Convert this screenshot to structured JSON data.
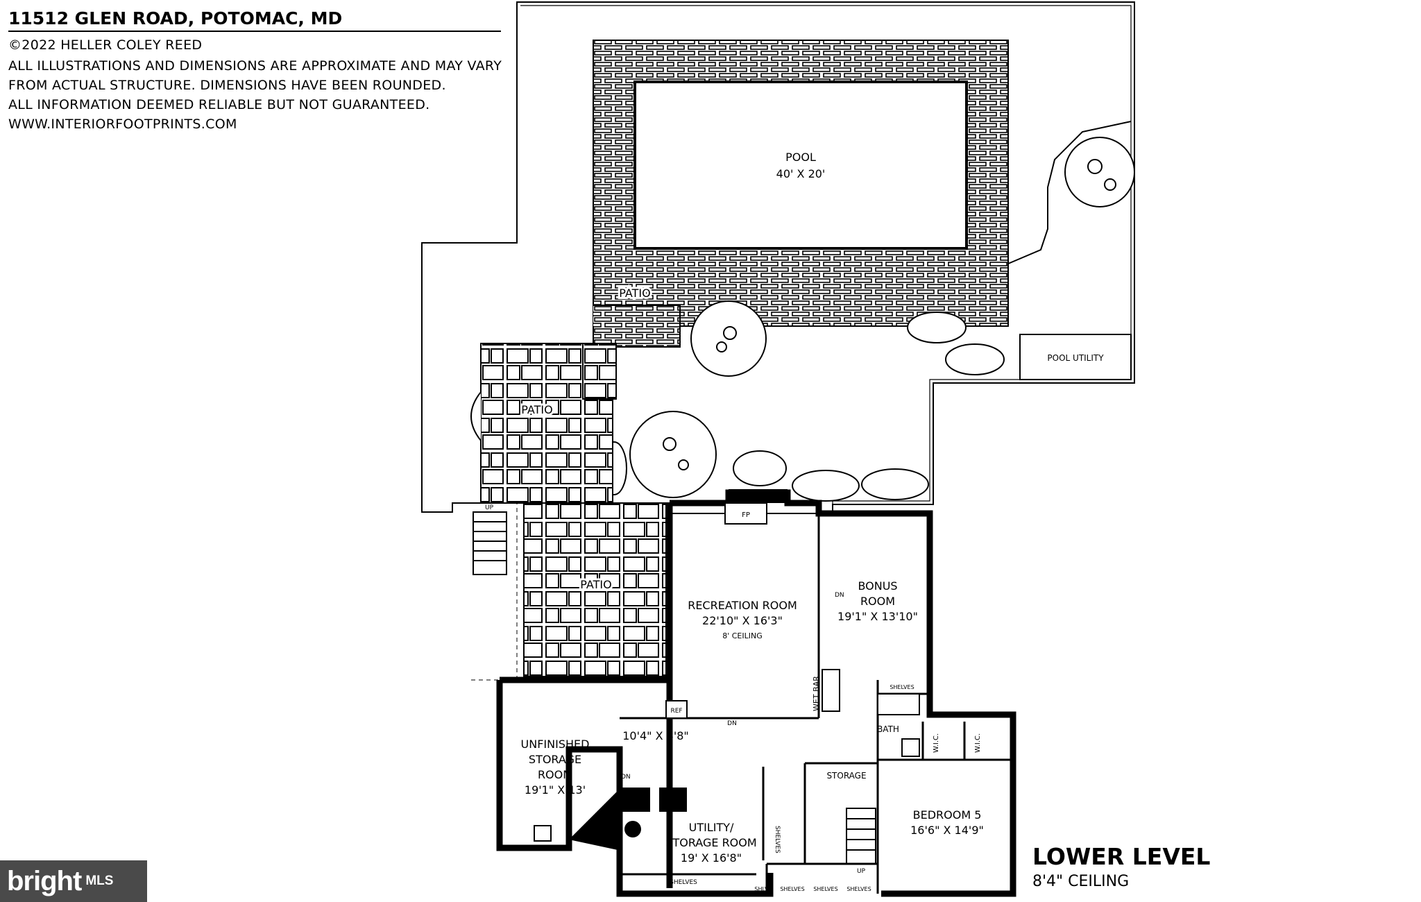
{
  "header": {
    "address": "11512 GLEN ROAD, POTOMAC, MD",
    "copyright": "©2022 HELLER COLEY REED",
    "disclaimer_1": "ALL ILLUSTRATIONS AND DIMENSIONS ARE APPROXIMATE AND MAY VARY",
    "disclaimer_2": "FROM ACTUAL STRUCTURE. DIMENSIONS HAVE BEEN ROUNDED.",
    "disclaimer_3": "ALL INFORMATION DEEMED RELIABLE BUT NOT GUARANTEED.",
    "website": "WWW.INTERIORFOOTPRINTS.COM"
  },
  "rooms": {
    "pool": {
      "name": "POOL",
      "dims": "40' X 20'"
    },
    "patio_top": "PATIO",
    "patio_left": "PATIO",
    "patio_lower": "PATIO",
    "pool_utility": "POOL UTILITY",
    "recreation": {
      "name": "RECREATION ROOM",
      "dims": "22'10\" X 16'3\"",
      "ceiling": "8' CEILING"
    },
    "bonus": {
      "name_1": "BONUS",
      "name_2": "ROOM",
      "dims": "19'1\" X 13'10\""
    },
    "unfinished": {
      "name_1": "UNFINISHED",
      "name_2": "STORAGE",
      "name_3": "ROOM",
      "dims": "19'1\" X 13'"
    },
    "hall_dims": "10'4\" X 8'8\"",
    "utility": {
      "name_1": "UTILITY/",
      "name_2": "STORAGE ROOM",
      "dims": "19' X 16'8\""
    },
    "bedroom5": {
      "name": "BEDROOM 5",
      "dims": "16'6\" X 14'9\""
    },
    "storage": "STORAGE",
    "bath": "BATH"
  },
  "fixtures": {
    "fp": "FP",
    "ref": "REF",
    "wet_bar": "WET BAR",
    "shelves": "SHELVES",
    "shlvs": "SHLVS",
    "wic": "W.I.C.",
    "dn": "DN",
    "up": "UP"
  },
  "footer": {
    "level": "LOWER LEVEL",
    "ceiling": "8'4\" CEILING",
    "logo_main": "bright",
    "logo_mls": "MLS"
  }
}
